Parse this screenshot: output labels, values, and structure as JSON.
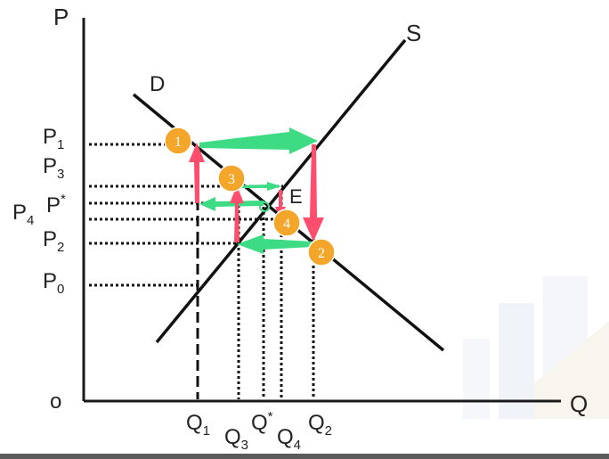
{
  "diagram": {
    "axis": {
      "price_label": "P",
      "quantity_label": "Q",
      "origin_label": "o"
    },
    "curves": {
      "demand_label": "D",
      "supply_label": "S",
      "equilibrium_label": "E"
    },
    "price_levels": [
      {
        "base": "P",
        "sub": "1",
        "sup": ""
      },
      {
        "base": "P",
        "sub": "3",
        "sup": ""
      },
      {
        "base": "P",
        "sub": "",
        "sup": "*"
      },
      {
        "base": "P",
        "sub": "4",
        "sup": ""
      },
      {
        "base": "P",
        "sub": "2",
        "sup": ""
      },
      {
        "base": "P",
        "sub": "0",
        "sup": ""
      }
    ],
    "quantity_levels": [
      {
        "base": "Q",
        "sub": "1",
        "sup": ""
      },
      {
        "base": "Q",
        "sub": "3",
        "sup": ""
      },
      {
        "base": "Q",
        "sub": "",
        "sup": "*"
      },
      {
        "base": "Q",
        "sub": "4",
        "sup": ""
      },
      {
        "base": "Q",
        "sub": "2",
        "sup": ""
      }
    ],
    "step_markers": [
      "1",
      "2",
      "3",
      "4"
    ],
    "colors": {
      "axis": "#1a1a1a",
      "curve": "#111111",
      "dotted_guide": "#111111",
      "shortage_arrow": "#3ddc84",
      "price_arrow": "#ff4d6d",
      "marker_fill": "#f4a62a",
      "marker_text": "#ffffff"
    }
  }
}
